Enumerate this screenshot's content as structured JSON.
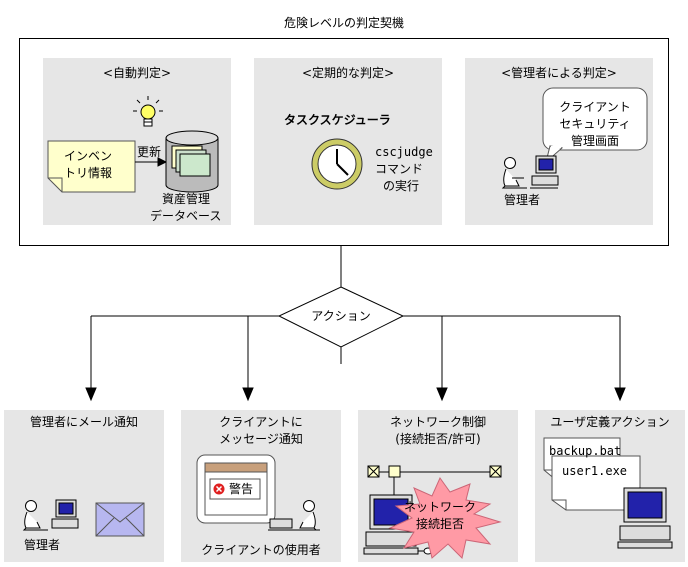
{
  "title": "危険レベルの判定契機",
  "triggers": {
    "auto": {
      "label": "<自動判定>",
      "inventory_note_line1": "インベン",
      "inventory_note_line2": "トリ情報",
      "update_label": "更新",
      "db_label_line1": "資産管理",
      "db_label_line2": "データベース"
    },
    "periodic": {
      "label": "<定期的な判定>",
      "scheduler_label": "タスクスケジューラ",
      "command_line1": "cscjudge",
      "command_line2": "コマンド",
      "command_line3": "の実行"
    },
    "admin": {
      "label": "<管理者による判定>",
      "screen_line1": "クライアント",
      "screen_line2": "セキュリティ",
      "screen_line3": "管理画面",
      "admin_label": "管理者"
    }
  },
  "action_label": "アクション",
  "actions": {
    "mail": {
      "title": "管理者にメール通知",
      "admin_label": "管理者"
    },
    "message": {
      "title_line1": "クライアントに",
      "title_line2": "メッセージ通知",
      "warning_label": "警告",
      "user_label": "クライアントの使用者"
    },
    "network": {
      "title_line1": "ネットワーク制御",
      "title_line2": "(接続拒否/許可)",
      "reject_line1": "ネットワーク",
      "reject_line2": "接続拒否"
    },
    "user_defined": {
      "title": "ユーザ定義アクション",
      "file1": "backup.bat",
      "file2": "user1.exe"
    }
  },
  "colors": {
    "panel": "#e6e6e6",
    "note": "#ffffcc",
    "clock_ring": "#cccc66",
    "monitor_screen": "#2222aa",
    "envelope": "#b7b7f0",
    "burst": "#ff9aa5",
    "warning_red": "#e02020",
    "titlebar": "#c8a07c"
  }
}
